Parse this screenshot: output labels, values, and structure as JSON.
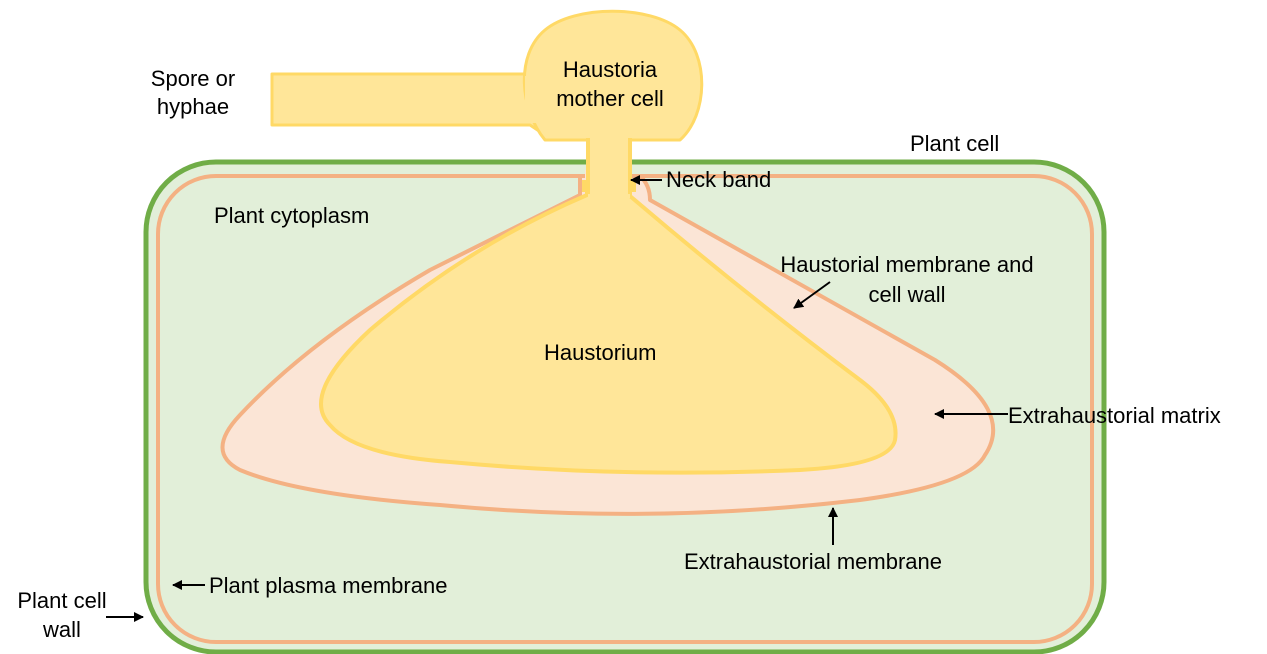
{
  "colors": {
    "plant_cell_wall": "#70ad47",
    "plant_cytoplasm_fill": "#e2efd9",
    "plasma_membrane": "#f4b183",
    "extrahaustorial_matrix_fill": "#fbe5d6",
    "fungal_fill": "#ffe699",
    "fungal_outline": "#ffd966"
  },
  "labels": {
    "spore_line1": "Spore or",
    "spore_line2": "hyphae",
    "mother_cell_line1": "Haustoria",
    "mother_cell_line2": "mother cell",
    "plant_cell": "Plant cell",
    "neck_band": "Neck band",
    "plant_cytoplasm": "Plant cytoplasm",
    "haustorial_membrane_line1": "Haustorial membrane and",
    "haustorial_membrane_line2": "cell wall",
    "haustorium": "Haustorium",
    "extrahaustorial_matrix": "Extrahaustorial matrix",
    "extrahaustorial_membrane": "Extrahaustorial membrane",
    "plasma_membrane": "Plant plasma membrane",
    "cell_wall_line1": "Plant cell",
    "cell_wall_line2": "wall"
  }
}
